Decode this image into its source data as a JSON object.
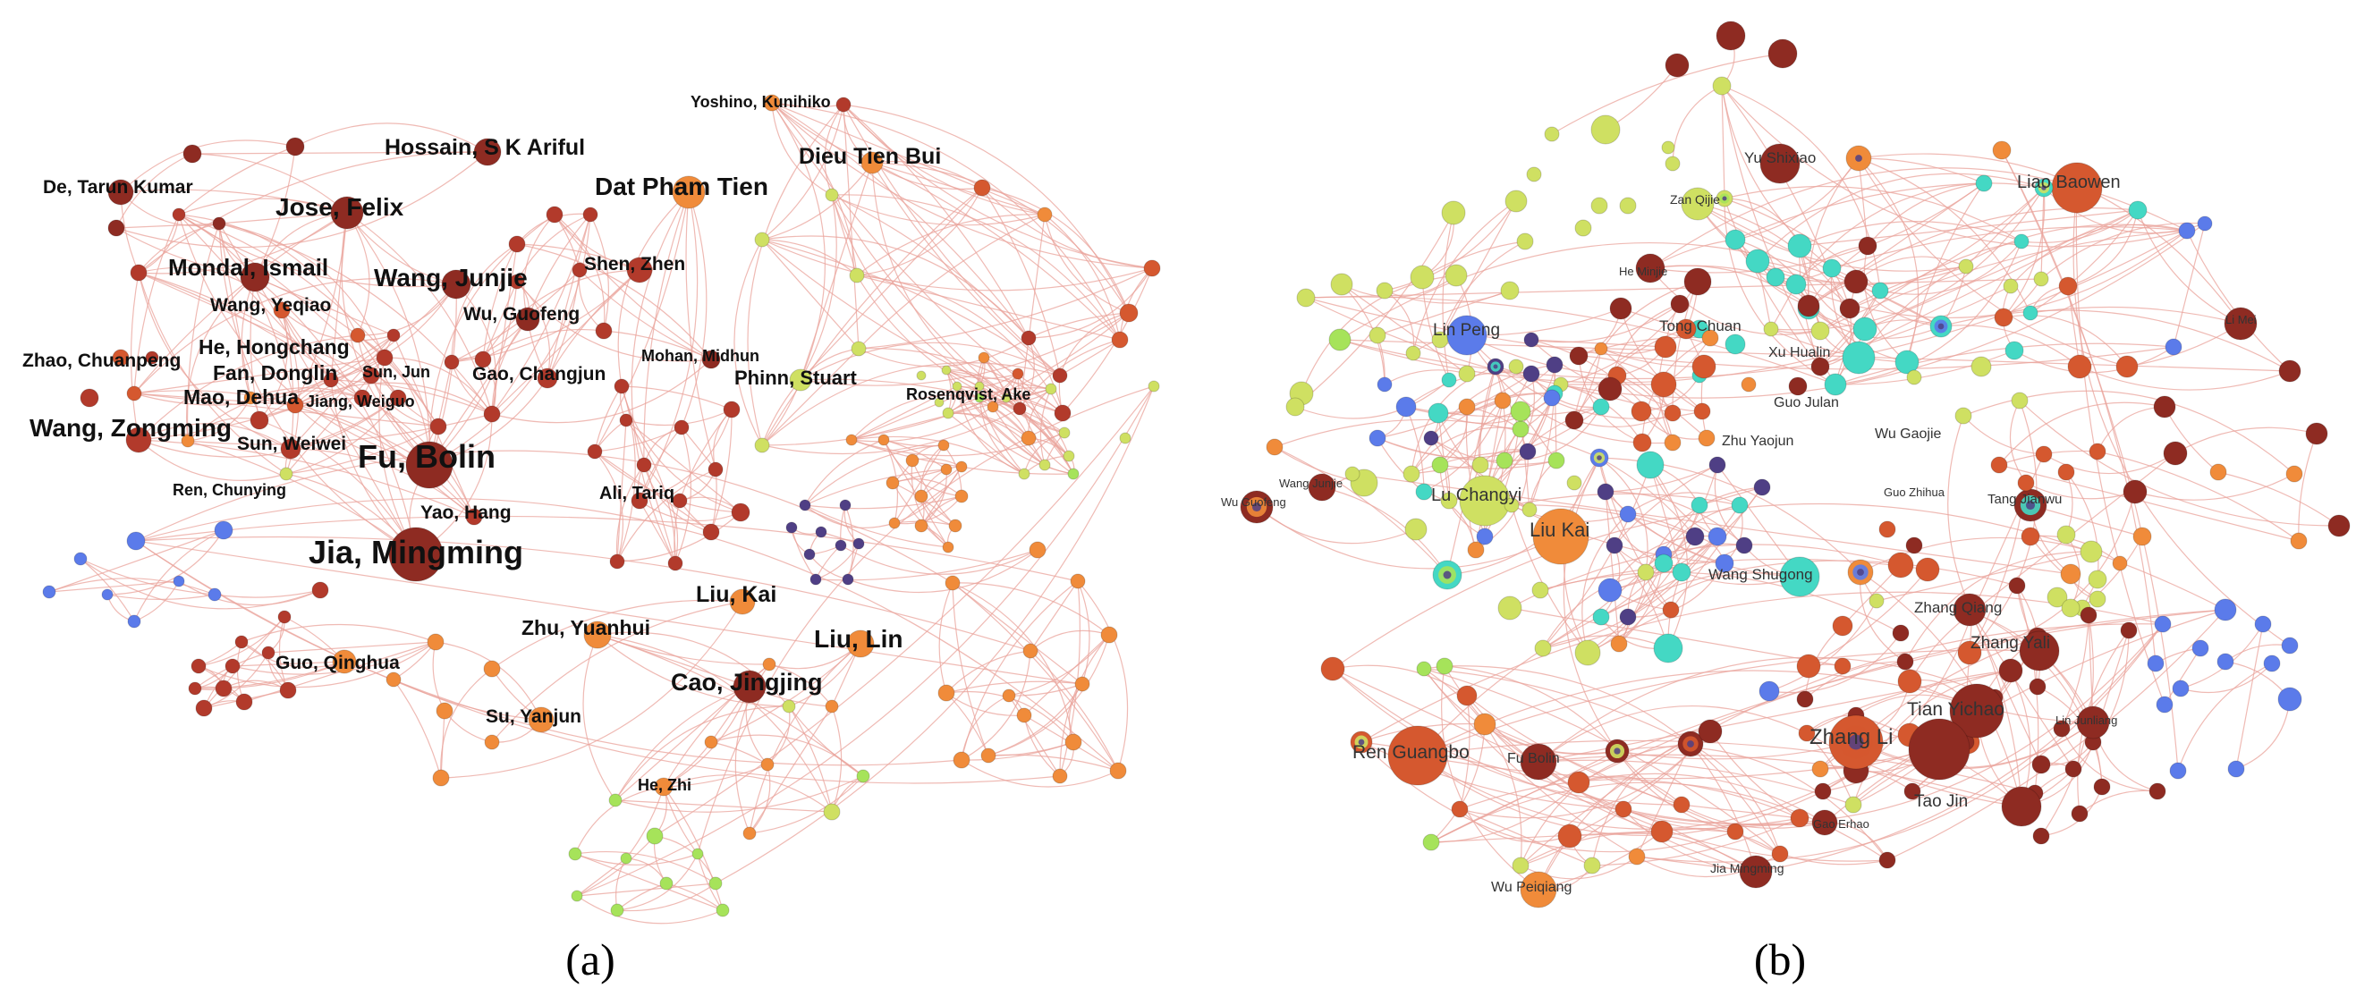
{
  "panel_labels": {
    "a": "(a)",
    "b": "(b)"
  },
  "colors": {
    "edge": "#e9a39b",
    "dark_red": "#8e2b22",
    "red": "#b23a2b",
    "orange_red": "#d5582f",
    "orange": "#f08b3a",
    "yellow_green": "#cfe062",
    "green": "#a6e35a",
    "cyan": "#44d8c4",
    "blue": "#5b7bea",
    "purple": "#4f3f85"
  },
  "panel_a": {
    "labels": [
      "Hossain, S K Ariful",
      "De, Tarun Kumar",
      "Jose, Felix",
      "Mondal, Ismail",
      "Wang, Yeqiao",
      "He, Hongchang",
      "Fan, Donglin",
      "Zhao, Chuanpeng",
      "Mao, Dehua",
      "Sun, Jun",
      "Jiang, Weiguo",
      "Wang, Zongming",
      "Sun, Weiwei",
      "Fu, Bolin",
      "Ren, Chunying",
      "Yao, Hang",
      "Jia, Mingming",
      "Wang, Junjie",
      "Shen, Zhen",
      "Wu, Guofeng",
      "Gao, Changjun",
      "Mohan, Midhun",
      "Ali, Tariq",
      "Yoshino, Kunihiko",
      "Dat Pham Tien",
      "Dieu Tien Bui",
      "Phinn, Stuart",
      "Rosenqvist, Ake",
      "Guo, Qinghua",
      "Su, Yanjun",
      "Zhu, Yuanhui",
      "Liu, Kai",
      "Liu, Lin",
      "Cao, Jingjing",
      "He, Zhi"
    ]
  },
  "panel_b": {
    "labels": [
      "Yu Shixiao",
      "Liao Baowen",
      "Zan Qijie",
      "He Minjie",
      "Li Mei",
      "Lin Peng",
      "Tong Chuan",
      "Xu Hualin",
      "Guo Julan",
      "Wu Gaojie",
      "Zhu Yaojun",
      "Wang Junjie",
      "Wu Guofeng",
      "Lu Changyi",
      "Guo Zhihua",
      "Tang Jianwu",
      "Liu Kai",
      "Wang Shugong",
      "Zhang Qiang",
      "Zhang Yali",
      "Tian Yichao",
      "Lin Junliang",
      "Ren Guangbo",
      "Fu Bolin",
      "Zhang Li",
      "Tao Jin",
      "Gao Erhao",
      "Jia Mingming",
      "Wu Peiqiang"
    ]
  }
}
